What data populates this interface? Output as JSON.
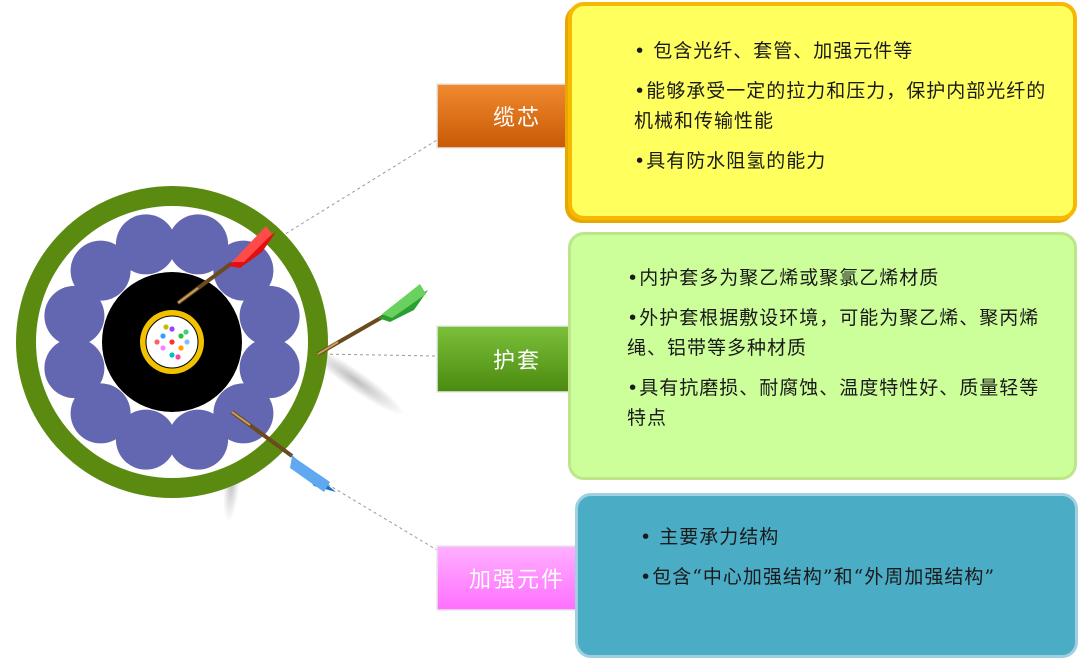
{
  "labels": {
    "cable_core": "缆芯",
    "sheath": "护套",
    "strength_member": "加强元件"
  },
  "boxes": {
    "cable_core": [
      "• 包含光纤、套管、加强元件等",
      "•能够承受一定的拉力和压力，保护内部光纤的机械和传输性能",
      "•具有防水阻氢的能力"
    ],
    "sheath": [
      "•内护套多为聚乙烯或聚氯乙烯材质",
      "•外护套根据敷设环境，可能为聚乙烯、聚丙烯绳、铝带等多种材质",
      "•具有抗磨损、耐腐蚀、温度特性好、质量轻等特点"
    ],
    "strength_member": [
      "• 主要承力结构",
      "•包含“中心加强结构”和“外周加强结构”"
    ]
  },
  "colors": {
    "outer_ring": "#5a8a10",
    "sub_tubes": "#6366b0",
    "core": "#000000",
    "center_ring": "#f2c200",
    "tag_cable_core": "#e36c09",
    "tag_sheath": "#5a9a18",
    "tag_strength": "#ff8bff",
    "box_cable_core": "#ffff5e",
    "box_sheath": "#ccff99",
    "box_strength": "#4bacc6",
    "dart_red": "#e01010",
    "dart_green": "#2aa030",
    "dart_blue": "#1a6fc8"
  }
}
